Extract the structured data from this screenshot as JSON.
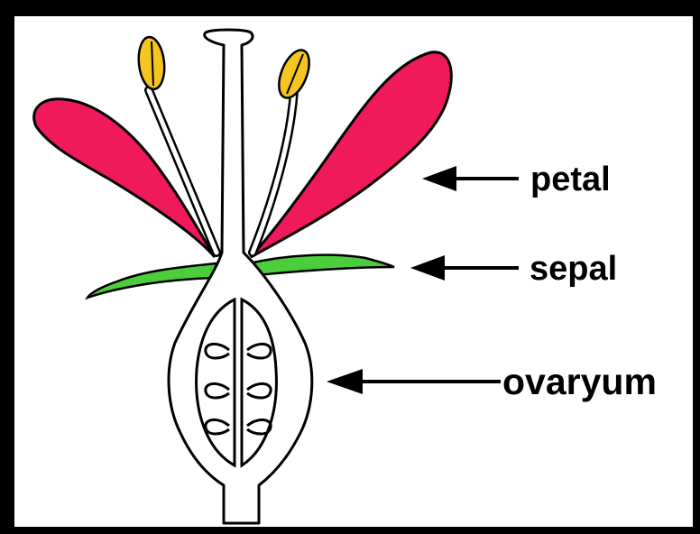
{
  "diagram": {
    "labels": {
      "petal": "petal",
      "sepal": "sepal",
      "ovaryum": "ovaryum"
    },
    "colors": {
      "background_frame": "#000000",
      "canvas": "#ffffff",
      "petal": "#f0195a",
      "sepal": "#4ccd3c",
      "anther": "#f5c621",
      "outline": "#000000"
    }
  }
}
